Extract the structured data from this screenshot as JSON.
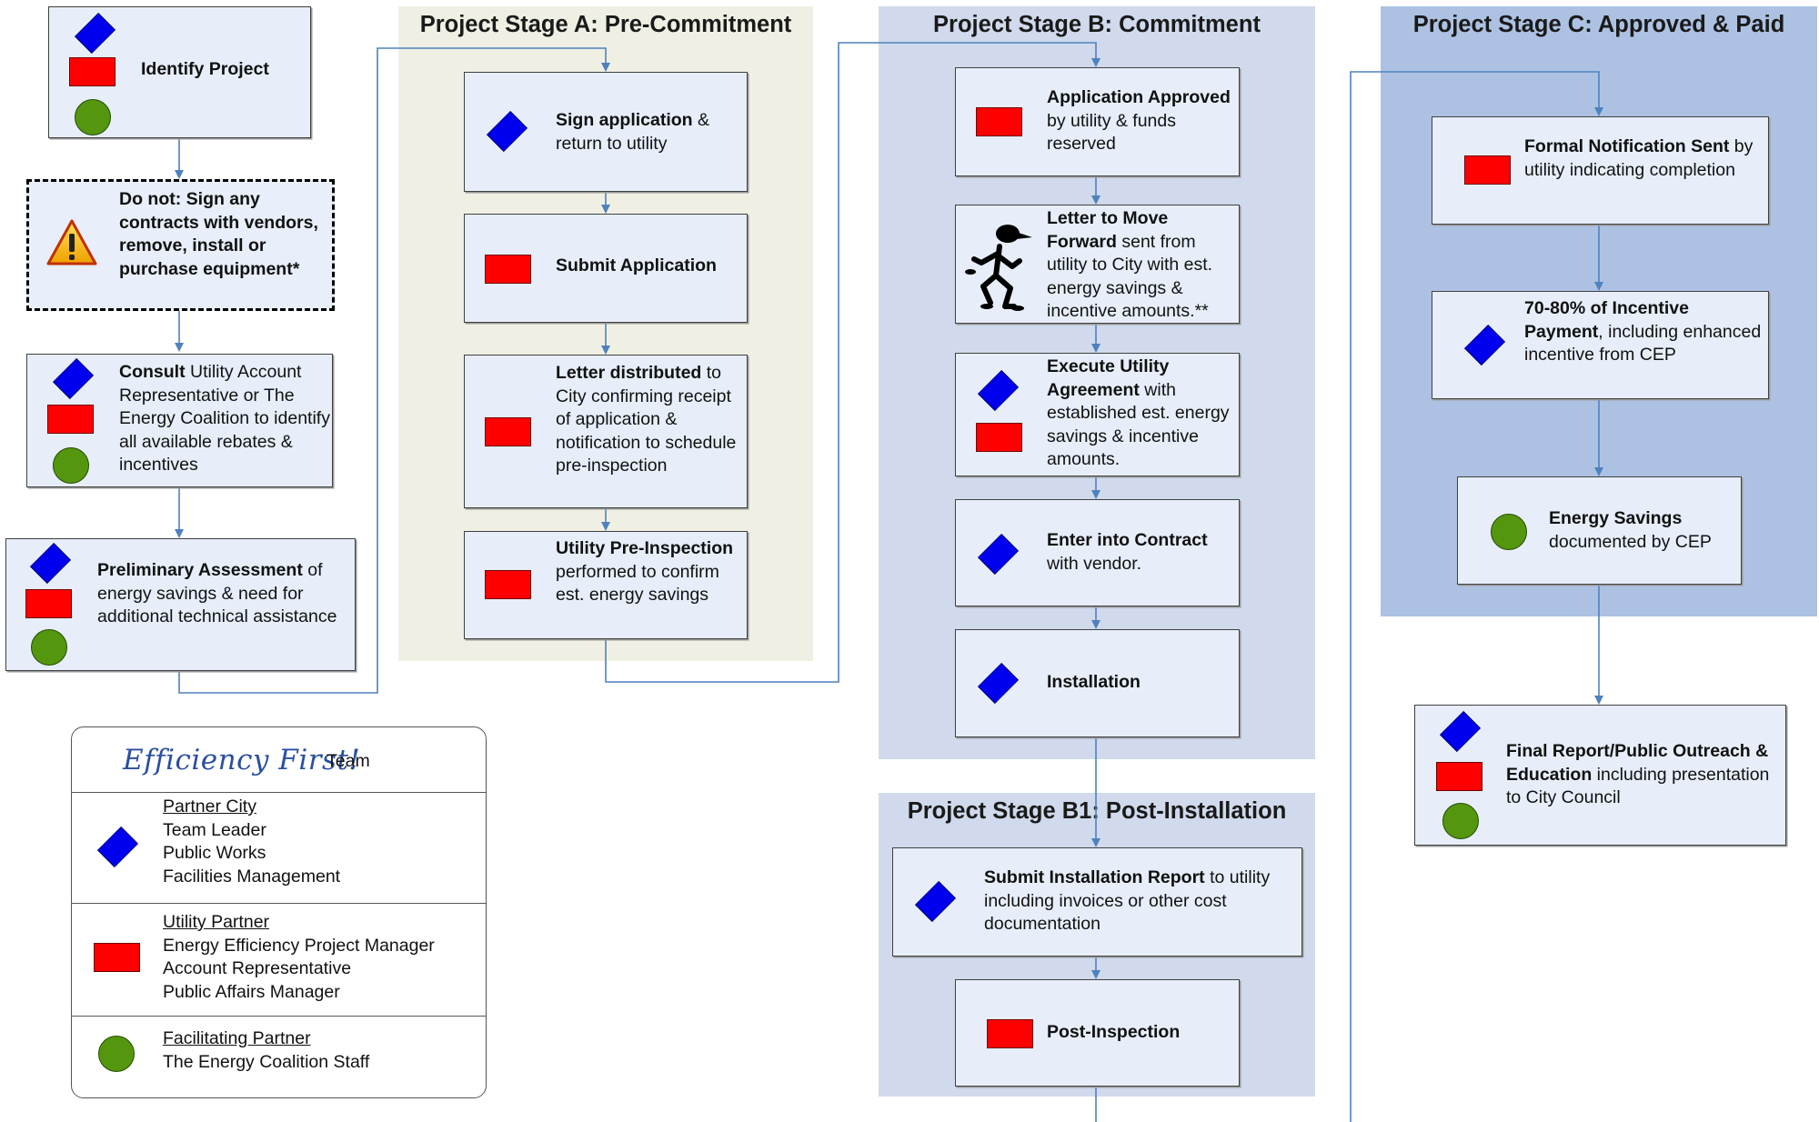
{
  "stages": {
    "a": {
      "title": "Project Stage A: Pre-Commitment",
      "color": "#eff0e3"
    },
    "b": {
      "title": "Project Stage B: Commitment",
      "color": "#d0daec"
    },
    "b1": {
      "title": "Project Stage B1: Post-Installation",
      "color": "#d0daec"
    },
    "c": {
      "title": "Project Stage C: Approved & Paid",
      "color": "#adc2e3"
    }
  },
  "left_column": {
    "identify": {
      "bold": "Identify Project"
    },
    "warning": {
      "bold": "Do not: Sign any contracts with vendors, remove, install or purchase equipment*"
    },
    "consult": {
      "bold": "Consult",
      "rest": " Utility Account Representative or The Energy Coalition to identify all available rebates & incentives"
    },
    "preliminary": {
      "bold": "Preliminary Assessment",
      "rest": " of energy savings & need for additional technical assistance"
    }
  },
  "stage_a_steps": {
    "sign": {
      "bold": "Sign application",
      "rest": " & return to utility"
    },
    "submit": {
      "bold": "Submit Application"
    },
    "letter": {
      "bold": "Letter distributed",
      "rest": " to City confirming receipt of application & notification to schedule pre-inspection"
    },
    "preinspection": {
      "bold": "Utility Pre-Inspection",
      "rest": " performed to confirm est. energy savings"
    }
  },
  "stage_b_steps": {
    "approved": {
      "bold": "Application Approved",
      "rest": " by utility & funds reserved"
    },
    "letter_move": {
      "bold": "Letter to Move Forward",
      "rest": " sent from utility to City with est. energy savings & incentive amounts.**"
    },
    "execute": {
      "bold": "Execute Utility Agreement",
      "rest": " with established est. energy savings & incentive amounts."
    },
    "contract": {
      "bold": "Enter into Contract",
      "rest": " with vendor."
    },
    "installation": {
      "bold": "Installation"
    }
  },
  "stage_b1_steps": {
    "report": {
      "bold": "Submit Installation Report",
      "rest": " to utility including invoices or other cost documentation"
    },
    "postinspection": {
      "bold": "Post-Inspection"
    }
  },
  "stage_c_steps": {
    "notification": {
      "bold": "Formal Notification Sent",
      "rest": " by utility indicating completion"
    },
    "payment": {
      "bold": "70-80% of Incentive Payment",
      "rest": ", including enhanced incentive from CEP"
    },
    "savings": {
      "bold": "Energy Savings",
      "rest": " documented by CEP"
    },
    "final": {
      "bold": "Final Report/Public Outreach & Education",
      "rest": " including presentation to City Council"
    }
  },
  "legend": {
    "logo": "Efficiency First!",
    "team": "Team",
    "city": {
      "heading": "Partner City",
      "lines": [
        "Team Leader",
        "Public Works",
        "Facilities Management"
      ]
    },
    "utility": {
      "heading": "Utility Partner",
      "lines": [
        "Energy Efficiency Project Manager",
        "Account Representative",
        "Public Affairs Manager"
      ]
    },
    "facilitating": {
      "heading": "Facilitating Partner",
      "lines": [
        "The Energy Coalition Staff"
      ]
    }
  },
  "colors": {
    "city_diamond": "#0000ee",
    "utility_rect": "#ff0000",
    "facilitator_circle": "#54960e",
    "connector": "#4f81bd",
    "box_fill": "#e7eefa"
  },
  "icons": [
    "diamond-icon",
    "rectangle-icon",
    "circle-icon",
    "warning-icon",
    "running-figure-icon"
  ]
}
